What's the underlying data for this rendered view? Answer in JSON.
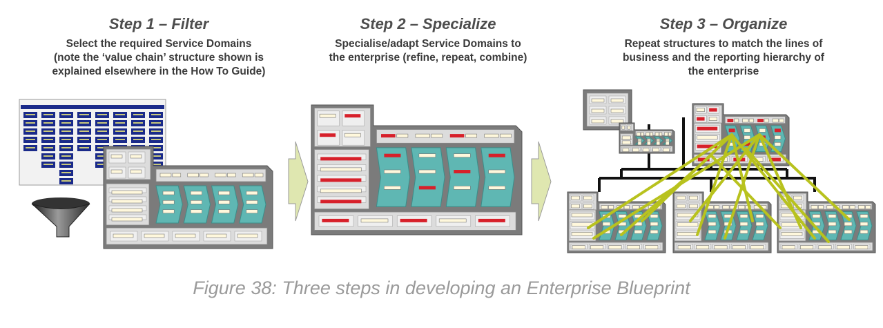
{
  "steps": [
    {
      "title": "Step 1 – Filter",
      "description": [
        "Select the required Service Domains",
        "(note the ‘value chain’ structure shown is",
        "explained elsewhere in the How To Guide)"
      ]
    },
    {
      "title": "Step 2 – Specialize",
      "description": [
        "Specialise/adapt Service Domains to",
        "the enterprise (refine, repeat, combine)"
      ]
    },
    {
      "title": "Step 3 – Organize",
      "description": [
        "Repeat structures to match the lines of",
        "business and the reporting hierarchy of",
        "the enterprise"
      ]
    }
  ],
  "caption": "Figure 38: Three steps in developing an Enterprise Blueprint",
  "colors": {
    "frame": "#7b7b7b",
    "panel": "#dcdcdc",
    "teal": "#5fb7b3",
    "red": "#d7202a",
    "navy": "#1a2a8a",
    "link": "#b8c21e",
    "arrow": "#dfe7b0"
  }
}
